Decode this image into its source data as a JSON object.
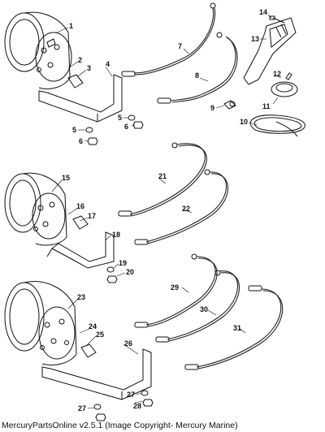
{
  "caption": "MercuryPartsOnline v2.5.1 (Image Copyright- Mercury Marine)",
  "callouts": {
    "n1": "1",
    "n2": "2",
    "n3": "3",
    "n4": "4",
    "n5a": "5",
    "n5b": "5",
    "n6a": "6",
    "n6b": "6",
    "n7": "7",
    "n8": "8",
    "n9": "9",
    "n10": "10",
    "n11": "11",
    "n12": "12",
    "n13": "13",
    "n14": "14",
    "n15": "15",
    "n16": "16",
    "n17": "17",
    "n18": "18",
    "n19": "19",
    "n20": "20",
    "n21": "21",
    "n22": "22",
    "n23": "23",
    "n24": "24",
    "n25": "25",
    "n26": "26",
    "n27a": "27",
    "n27b": "27",
    "n28": "28",
    "n29": "29",
    "n30": "30",
    "n31": "31"
  }
}
